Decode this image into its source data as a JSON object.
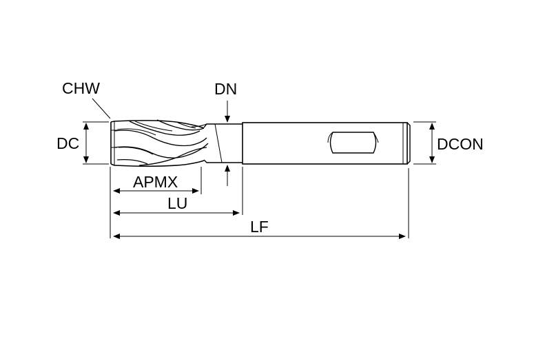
{
  "labels": {
    "chw": "CHW",
    "dn": "DN",
    "dc": "DC",
    "dcon": "DCON",
    "apmx": "APMX",
    "lu": "LU",
    "lf": "LF"
  },
  "colors": {
    "stroke": "#000000",
    "background": "#ffffff"
  }
}
